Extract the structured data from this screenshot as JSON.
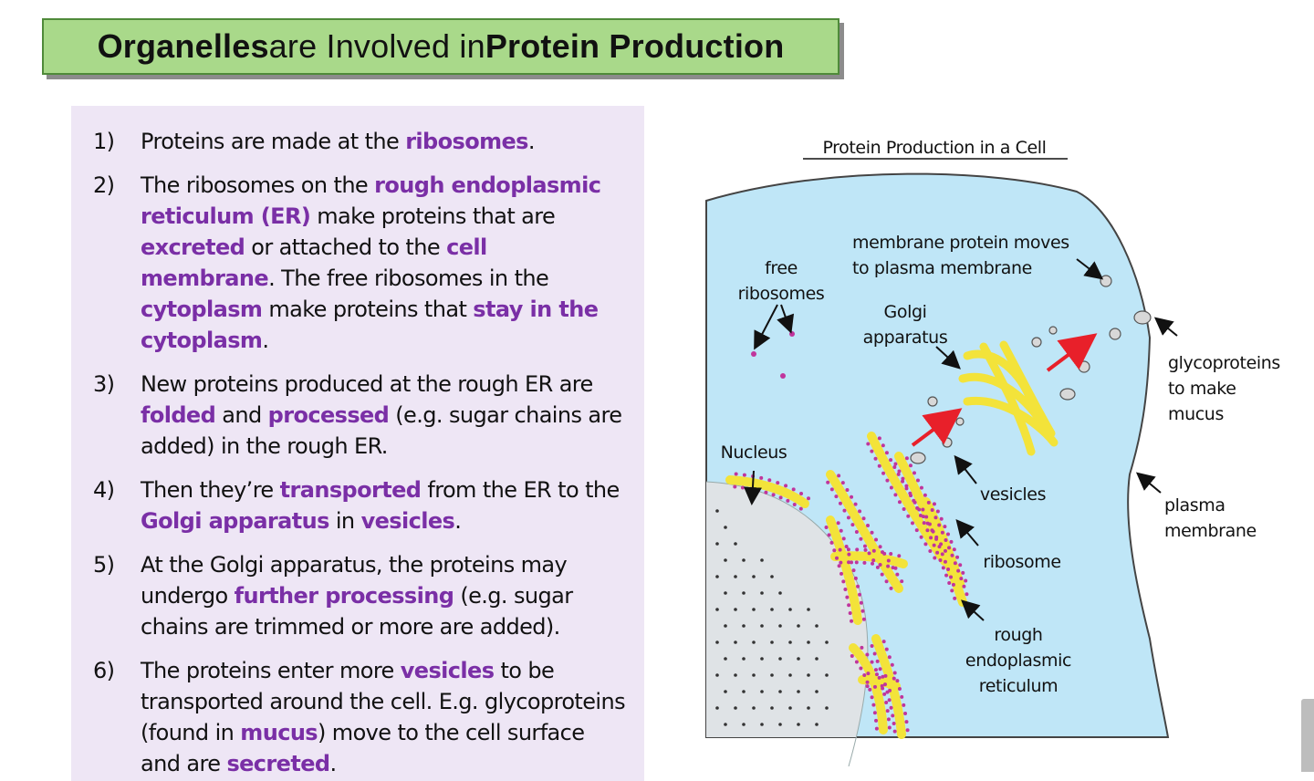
{
  "title": {
    "part1": "Organelles",
    "part2": " are Involved in ",
    "part3": "Protein Production"
  },
  "steps": [
    {
      "num": "1)",
      "segments": [
        {
          "t": "Proteins are made at the "
        },
        {
          "t": "ribosomes",
          "hl": true
        },
        {
          "t": "."
        }
      ]
    },
    {
      "num": "2)",
      "segments": [
        {
          "t": "The ribosomes on the "
        },
        {
          "t": "rough endoplasmic reticulum (ER)",
          "hl": true
        },
        {
          "t": " make proteins that are "
        },
        {
          "t": "excreted",
          "hl": true
        },
        {
          "t": " or attached to the "
        },
        {
          "t": "cell membrane",
          "hl": true
        },
        {
          "t": ". The free ribosomes in the "
        },
        {
          "t": "cytoplasm",
          "hl": true
        },
        {
          "t": " make proteins that "
        },
        {
          "t": "stay in the cytoplasm",
          "hl": true
        },
        {
          "t": "."
        }
      ]
    },
    {
      "num": "3)",
      "segments": [
        {
          "t": "New proteins produced at the rough ER are "
        },
        {
          "t": "folded",
          "hl": true
        },
        {
          "t": " and "
        },
        {
          "t": "processed",
          "hl": true
        },
        {
          "t": " (e.g. sugar chains are added) in the rough ER."
        }
      ]
    },
    {
      "num": "4)",
      "segments": [
        {
          "t": "Then they’re "
        },
        {
          "t": "transported",
          "hl": true
        },
        {
          "t": " from the ER to the "
        },
        {
          "t": "Golgi apparatus",
          "hl": true
        },
        {
          "t": " in "
        },
        {
          "t": "vesicles",
          "hl": true
        },
        {
          "t": "."
        }
      ]
    },
    {
      "num": "5)",
      "segments": [
        {
          "t": "At the Golgi apparatus, the proteins may undergo "
        },
        {
          "t": "further processing",
          "hl": true
        },
        {
          "t": " (e.g. sugar chains are trimmed or more are added)."
        }
      ]
    },
    {
      "num": "6)",
      "segments": [
        {
          "t": "The proteins enter more "
        },
        {
          "t": "vesicles",
          "hl": true
        },
        {
          "t": " to be transported around the cell. E.g. glycoproteins (found in "
        },
        {
          "t": "mucus",
          "hl": true
        },
        {
          "t": ") move to the cell surface and are "
        },
        {
          "t": "secreted",
          "hl": true
        },
        {
          "t": "."
        }
      ]
    }
  ],
  "diagram": {
    "title": "Protein Production in a Cell",
    "labels": {
      "free_ribosomes": [
        "free",
        "ribosomes"
      ],
      "membrane_protein": [
        "membrane protein moves",
        "to plasma membrane"
      ],
      "golgi": [
        "Golgi",
        "apparatus"
      ],
      "glycoproteins": [
        "glycoproteins",
        "to make",
        "mucus"
      ],
      "nucleus": [
        "Nucleus"
      ],
      "vesicles": [
        "vesicles"
      ],
      "plasma_membrane": [
        "plasma",
        "membrane"
      ],
      "ribosome": [
        "ribosome"
      ],
      "rough_er": [
        "rough",
        "endoplasmic",
        "reticulum"
      ]
    },
    "colors": {
      "cytoplasm": "#bfe6f7",
      "nucleus": "#dfe3e6",
      "organelle": "#f3e33a",
      "ribosome": "#c0359c",
      "arrow_transport": "#e8202a"
    }
  }
}
